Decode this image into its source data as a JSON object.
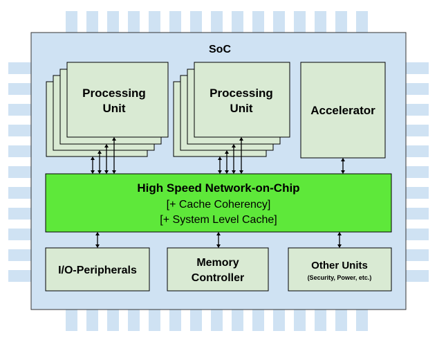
{
  "soc": {
    "title": "SoC"
  },
  "processing_units": [
    {
      "line1": "Processing",
      "line2": "Unit"
    },
    {
      "line1": "Processing",
      "line2": "Unit"
    }
  ],
  "accelerator": {
    "label": "Accelerator"
  },
  "noc": {
    "title": "High Speed Network-on-Chip",
    "line2": "[+ Cache Coherency]",
    "line3": "[+ System Level Cache]"
  },
  "io": {
    "label": "I/O-Peripherals"
  },
  "memory": {
    "line1": "Memory",
    "line2": "Controller"
  },
  "other": {
    "label": "Other Units",
    "sub": "(Security, Power, etc.)"
  },
  "colors": {
    "chip": "#cfe2f3",
    "pins": "#cfe2f3",
    "block": "#d9ead3",
    "noc": "#5ee83a",
    "stroke": "#000000"
  }
}
